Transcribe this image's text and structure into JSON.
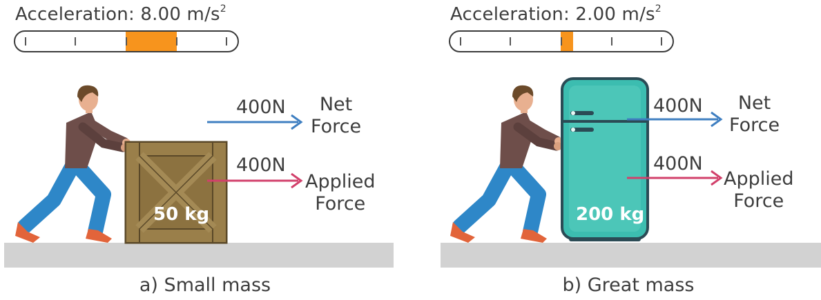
{
  "panels": [
    {
      "acceleration_label": "Acceleration: 8.00 m/s",
      "acceleration_exponent": "2",
      "acceleration_value": 8.0,
      "mass_label": "50 kg",
      "net_force_value": "400N",
      "net_force_name": [
        "Net",
        "Force"
      ],
      "applied_force_value": "400N",
      "applied_force_name": [
        "Applied",
        "Force"
      ],
      "caption": "a) Small mass"
    },
    {
      "acceleration_label": "Acceleration: 2.00 m/s",
      "acceleration_exponent": "2",
      "acceleration_value": 2.0,
      "mass_label": "200 kg",
      "net_force_value": "400N",
      "net_force_name": [
        "Net",
        "Force"
      ],
      "applied_force_value": "400N",
      "applied_force_name": [
        "Applied",
        "Force"
      ],
      "caption": "b) Great mass"
    }
  ],
  "colors": {
    "net_force_arrow": "#3f7fc1",
    "applied_force_arrow": "#d2406b",
    "gauge_fill": "#f7941d",
    "crate": "#8c7240",
    "fridge": "#3cbdb0",
    "ground": "#d2d2d2"
  }
}
